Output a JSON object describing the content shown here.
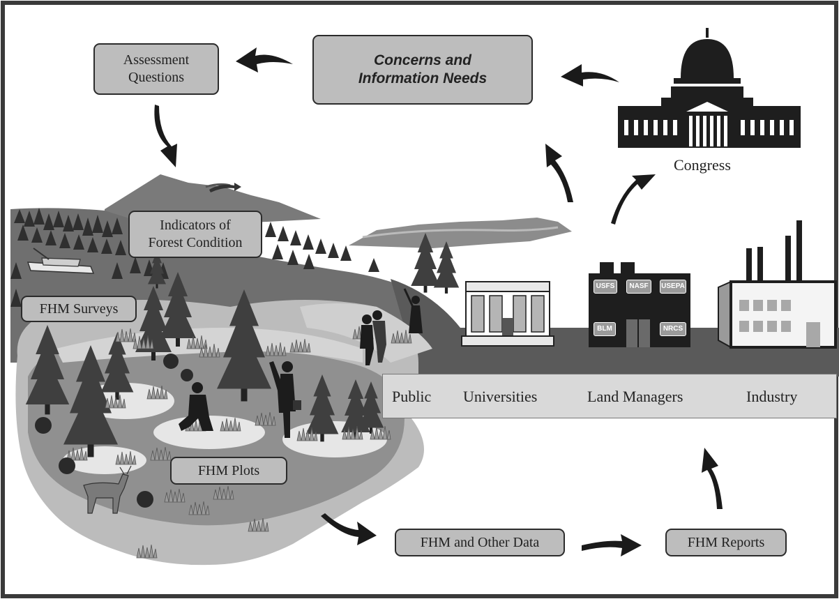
{
  "concerns_box": {
    "line1": "Concerns and",
    "line2": "Information Needs"
  },
  "assessment_box": {
    "line1": "Assessment",
    "line2": "Questions"
  },
  "indicators_box": {
    "line1": "Indicators of",
    "line2": "Forest Condition"
  },
  "surveys_box": {
    "label": "FHM Surveys"
  },
  "plots_box": {
    "label": "FHM Plots"
  },
  "data_box": {
    "label": "FHM and Other Data"
  },
  "reports_box": {
    "label": "FHM Reports"
  },
  "congress": {
    "label": "Congress"
  },
  "stakeholders": {
    "public": "Public",
    "universities": "Universities",
    "land_managers": "Land Managers",
    "industry": "Industry"
  },
  "agencies": [
    "USFS",
    "NASF",
    "USEPA",
    "BLM",
    "NRCS"
  ],
  "colors": {
    "background": "#ffffff",
    "box_fill": "#bdbdbd",
    "dark": "#1e1e1e",
    "forest_light": "#c8c8c8",
    "forest_mid": "#8f8f8f",
    "tree": "#4a4a4a",
    "ground": "#5c5c5c"
  }
}
